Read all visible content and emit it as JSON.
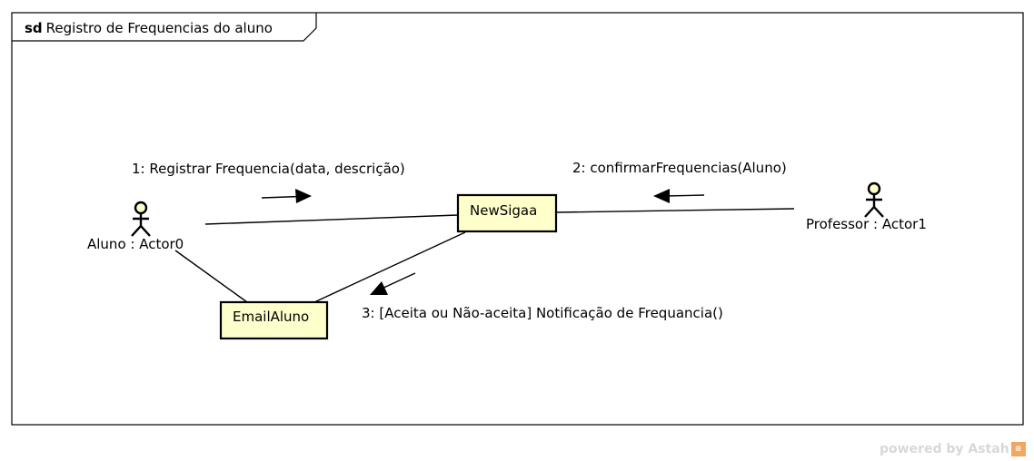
{
  "frame": {
    "keyword": "sd",
    "title": "Registro de Frequencias do aluno"
  },
  "objects": {
    "newsigaa": "NewSigaa",
    "emailaluno": "EmailAluno"
  },
  "actors": {
    "aluno": "Aluno : Actor0",
    "professor": "Professor : Actor1"
  },
  "messages": {
    "m1": "1: Registrar Frequencia(data, descrição)",
    "m2": "2: confirmarFrequencias(Aluno)",
    "m3": "3: [Aceita ou Não-aceita] Notificação de Frequancia()"
  },
  "watermark": {
    "text": "powered by Astah",
    "icon": "astah-logo-icon"
  },
  "colors": {
    "object_fill": "#ffffcc",
    "watermark": "#d8d8d8"
  }
}
